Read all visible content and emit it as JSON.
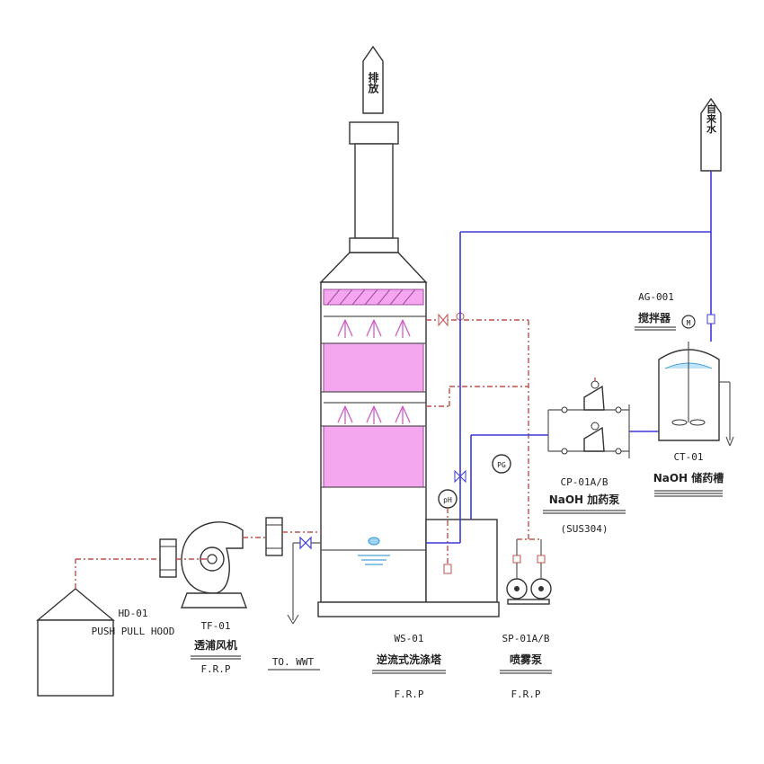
{
  "labels": {
    "exhaust": "排放",
    "city_water": "自来水",
    "hood_tag": "HD-01",
    "hood_name": "PUSH PULL HOOD",
    "fan_tag": "TF-01",
    "fan_name": "透浦风机",
    "fan_material": "F.R.P",
    "to_wwt": "TO. WWT",
    "tower_tag": "WS-01",
    "tower_name": "逆流式洗涤塔",
    "tower_material": "F.R.P",
    "spray_pump_tag": "SP-01A/B",
    "spray_pump_name": "喷雾泵",
    "spray_pump_material": "F.R.P",
    "dosing_pump_tag": "CP-01A/B",
    "dosing_pump_name": "NaOH 加药泵",
    "dosing_pump_material": "(SUS304)",
    "agitator_tag": "AG-001",
    "agitator_name": "搅拌器",
    "tank_tag": "CT-01",
    "tank_name": "NaOH 储药槽",
    "ph_meter": "pH",
    "ph_controller": "PG"
  },
  "colors": {
    "packing": "#f4a6ef",
    "acid_line": "#c0504d",
    "water_line": "#3b3bd6",
    "outline": "#333333"
  }
}
